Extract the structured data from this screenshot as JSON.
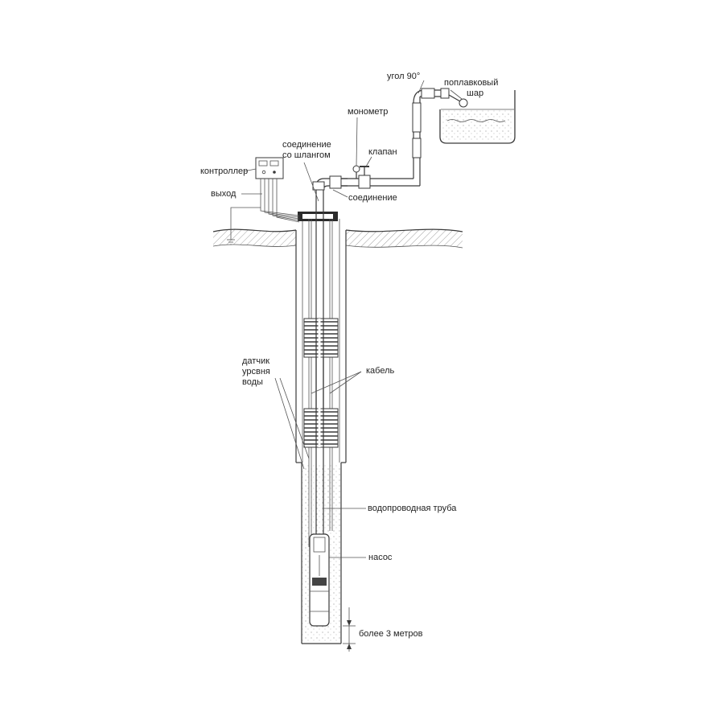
{
  "labels": {
    "ugol": "угол 90°",
    "poplavok_1": "поплавковый",
    "poplavok_2": "шар",
    "manometr": "монометр",
    "klapan": "клапан",
    "soedinenie_shlang_1": "соединение",
    "soedinenie_shlang_2": "со шлангом",
    "kontroller": "контроллер",
    "vyhod": "выход",
    "soedinenie": "соединение",
    "datchik_1": "датчик",
    "datchik_2": "урсвня",
    "datchik_3": "воды",
    "kabel": "кабель",
    "truba": "водопроводная труба",
    "nasos": "насос",
    "bolee": "более 3 метров"
  },
  "colors": {
    "line": "#3a3a3a",
    "ground": "#d9d9d9",
    "water": "#eef3f6",
    "tank_water": "#e9f0f3"
  }
}
